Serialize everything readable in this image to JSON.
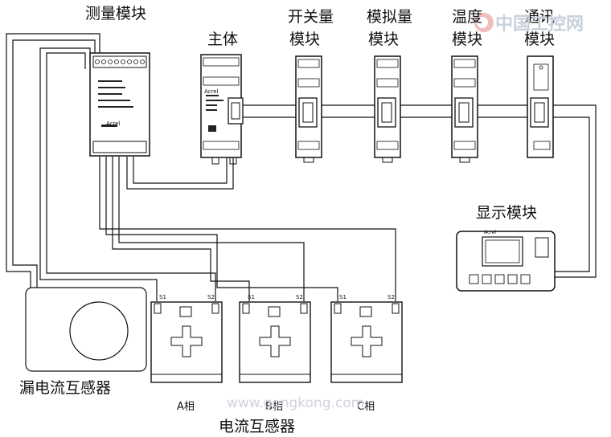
{
  "labels": {
    "measurement_module": "测量模块",
    "main_body": "主体",
    "switch_module": [
      "开关量",
      "模块"
    ],
    "analog_module": [
      "模拟量",
      "模块"
    ],
    "temperature_module": [
      "温度",
      "模块"
    ],
    "comm_module": [
      "通讯",
      "模块"
    ],
    "display_module": "显示模块",
    "leakage_ct": "漏电流互感器",
    "current_ct": "电流互感器",
    "phase_a": "A相",
    "phase_b": "B相",
    "phase_c": "C相",
    "ct_terminal_s1": "S1",
    "ct_terminal_s2": "S2"
  },
  "watermark": {
    "cn": "中国工控网",
    "url": "www.gongkong.com"
  },
  "brand": "Acrel",
  "colors": {
    "line": "#111111",
    "watermark": "#c8ccd4",
    "watermark_logo": "#d85a5a"
  }
}
